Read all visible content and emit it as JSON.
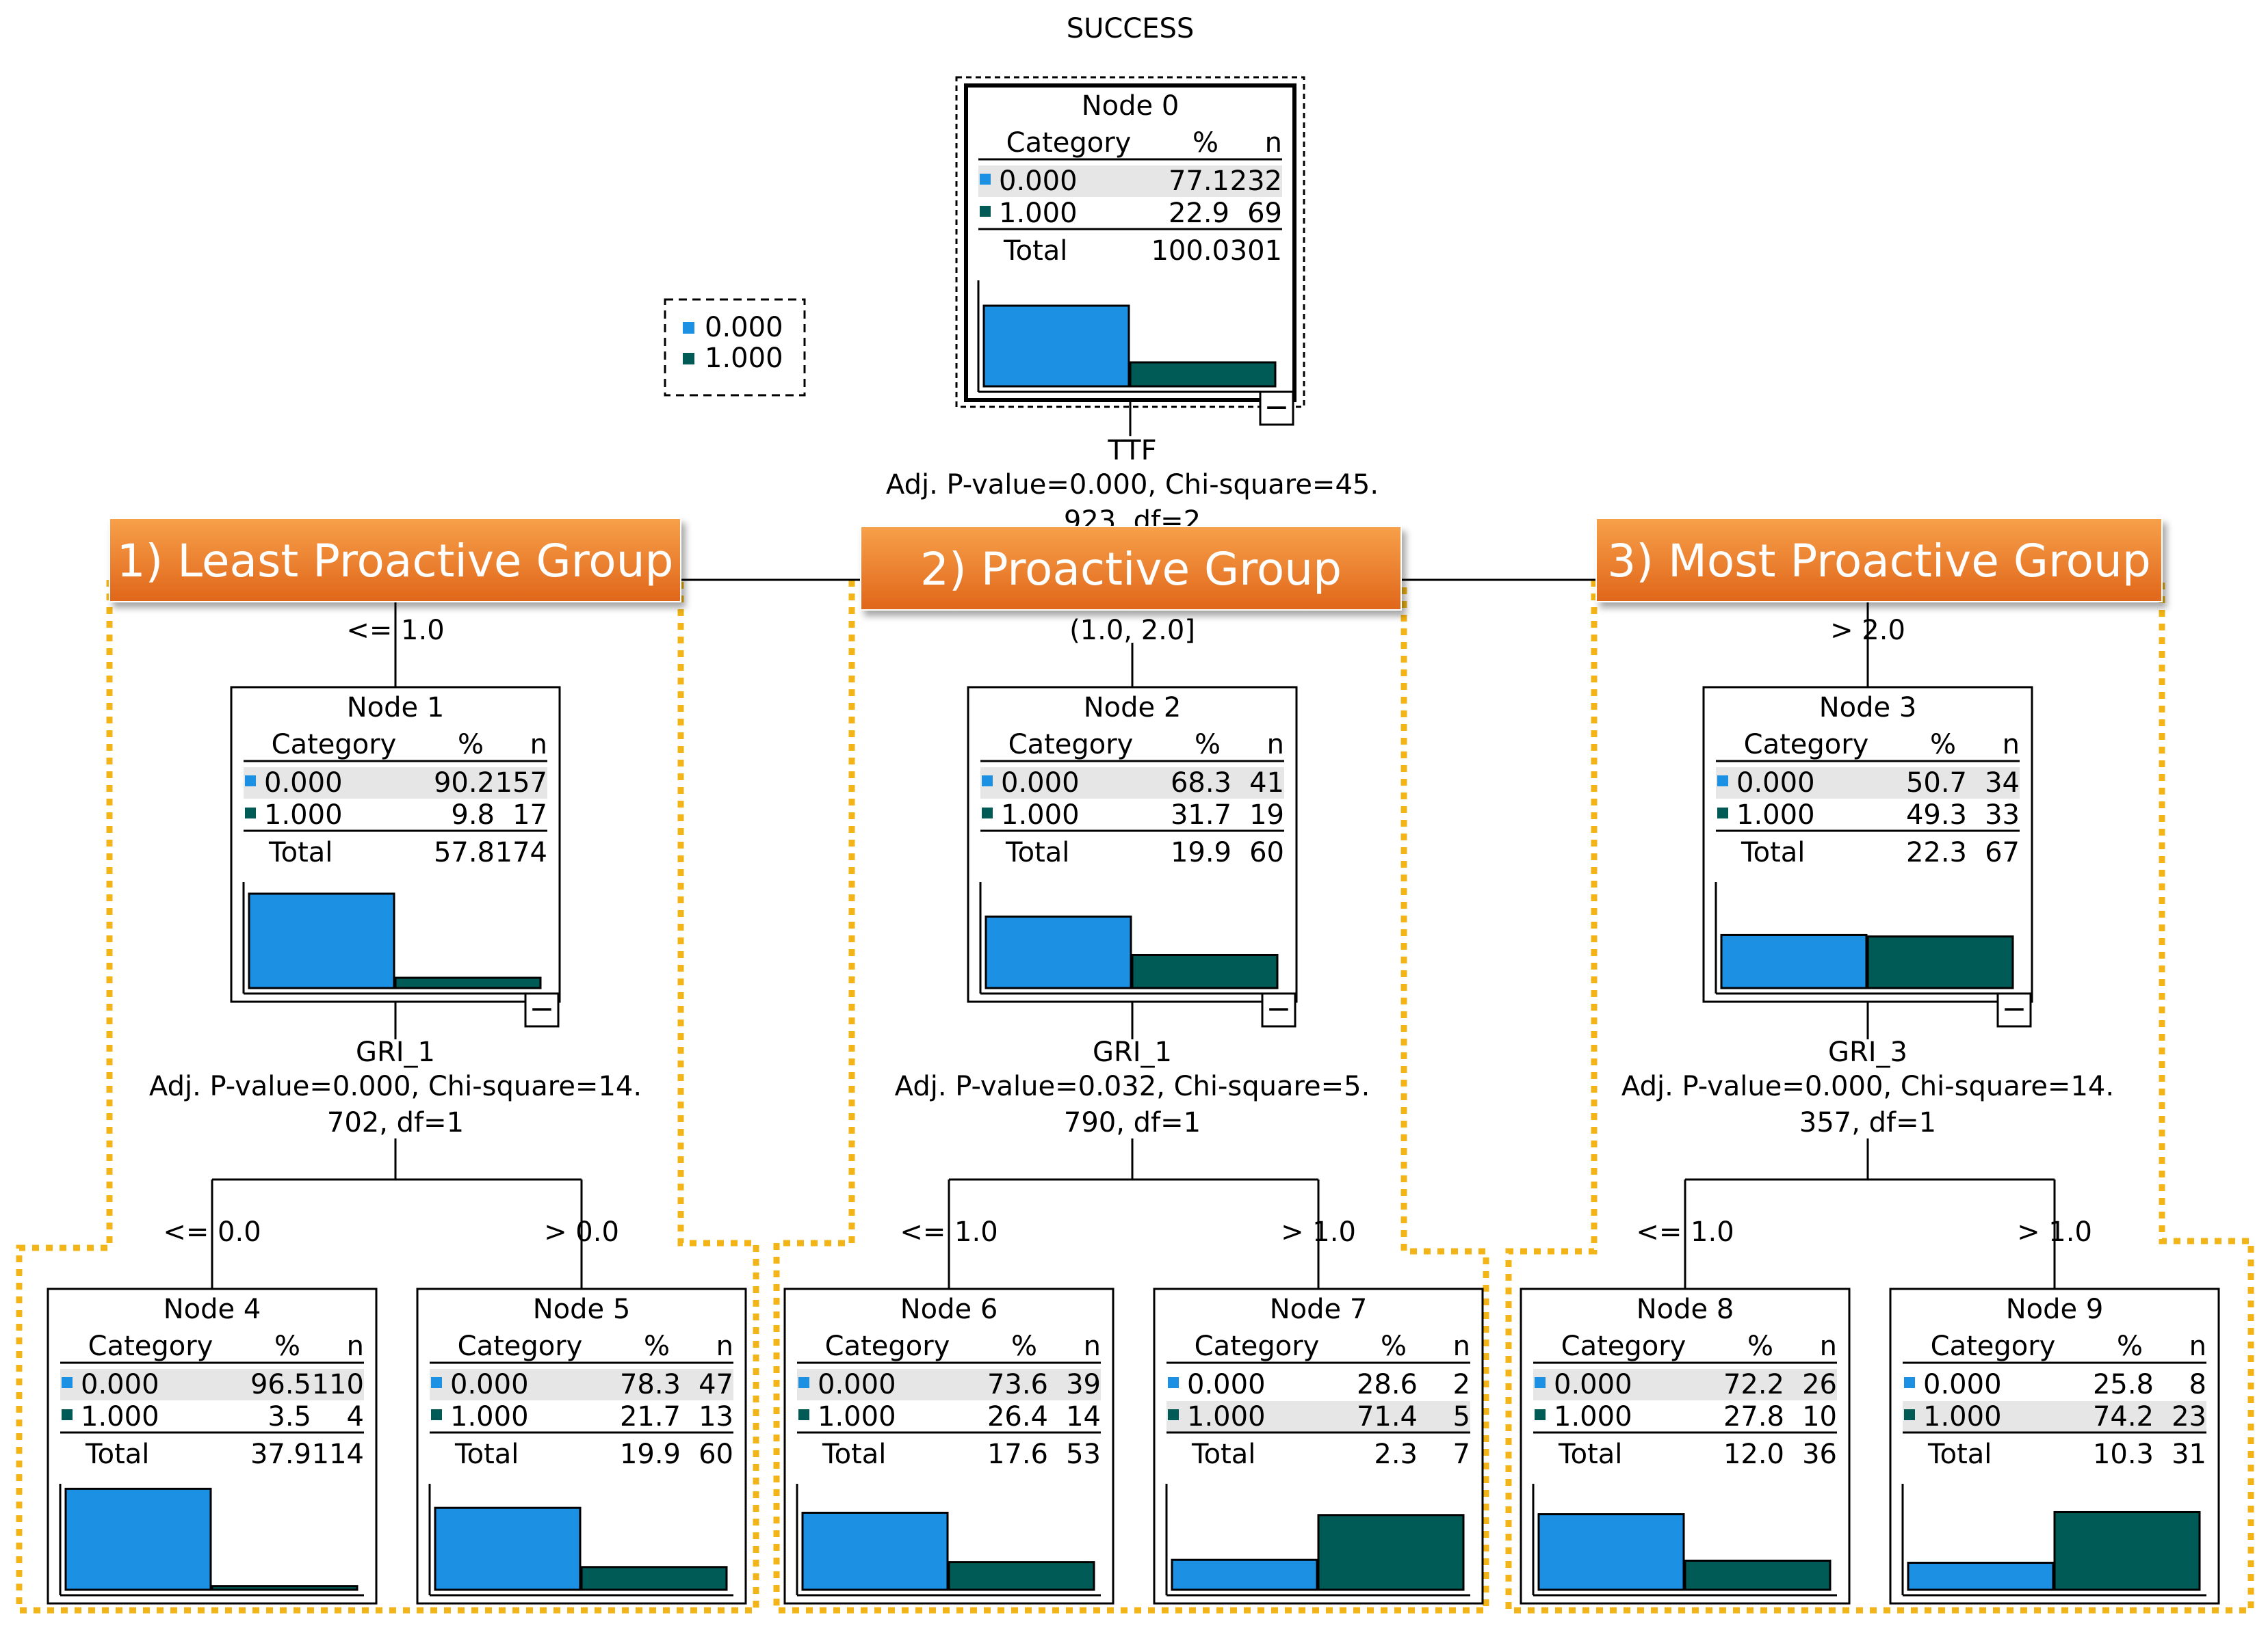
{
  "tree_title": "SUCCESS",
  "legend": [
    {
      "label": "0.000",
      "color": "#1c90e3"
    },
    {
      "label": "1.000",
      "color": "#005a55"
    }
  ],
  "colors": {
    "cat0": "#1c90e3",
    "cat1": "#005a55",
    "group_fill_top": "#f7a04a",
    "group_fill_bottom": "#e0661a",
    "group_outline": "#f2b416",
    "highlight_row": "#e6e6e6"
  },
  "headers": {
    "category": "Category",
    "percent": "%",
    "n": "n",
    "total": "Total"
  },
  "group_labels": {
    "g1": "1) Least Proactive Group",
    "g2": "2) Proactive Group",
    "g3": "3) Most Proactive Group"
  },
  "splits": {
    "root": {
      "variable": "TTF",
      "stat1": "Adj. P-value=0.000, Chi-square=45.",
      "stat2": "923, df=2"
    },
    "node1": {
      "variable": "GRI_1",
      "stat1": "Adj. P-value=0.000, Chi-square=14.",
      "stat2": "702, df=1"
    },
    "node2": {
      "variable": "GRI_1",
      "stat1": "Adj. P-value=0.032, Chi-square=5.",
      "stat2": "790, df=1"
    },
    "node3": {
      "variable": "GRI_3",
      "stat1": "Adj. P-value=0.000, Chi-square=14.",
      "stat2": "357, df=1"
    }
  },
  "branch_labels": {
    "n1": "<= 1.0",
    "n2": "(1.0, 2.0]",
    "n3": "> 2.0",
    "n4": "<= 0.0",
    "n5": "> 0.0",
    "n6": "<= 1.0",
    "n7": "> 1.0",
    "n8": "<= 1.0",
    "n9": "> 1.0"
  },
  "nodes": {
    "n0": {
      "title": "Node 0",
      "rows": [
        {
          "cat": "0.000",
          "pct": "77.1",
          "n": "232"
        },
        {
          "cat": "1.000",
          "pct": "22.9",
          "n": "69"
        }
      ],
      "total_pct": "100.0",
      "total_n": "301",
      "values": [
        77.1,
        22.9
      ],
      "highlight": 0,
      "collapse": "−"
    },
    "n1": {
      "title": "Node 1",
      "rows": [
        {
          "cat": "0.000",
          "pct": "90.2",
          "n": "157"
        },
        {
          "cat": "1.000",
          "pct": "9.8",
          "n": "17"
        }
      ],
      "total_pct": "57.8",
      "total_n": "174",
      "values": [
        90.2,
        9.8
      ],
      "highlight": 0,
      "collapse": "−"
    },
    "n2": {
      "title": "Node 2",
      "rows": [
        {
          "cat": "0.000",
          "pct": "68.3",
          "n": "41"
        },
        {
          "cat": "1.000",
          "pct": "31.7",
          "n": "19"
        }
      ],
      "total_pct": "19.9",
      "total_n": "60",
      "values": [
        68.3,
        31.7
      ],
      "highlight": 0,
      "collapse": "−"
    },
    "n3": {
      "title": "Node 3",
      "rows": [
        {
          "cat": "0.000",
          "pct": "50.7",
          "n": "34"
        },
        {
          "cat": "1.000",
          "pct": "49.3",
          "n": "33"
        }
      ],
      "total_pct": "22.3",
      "total_n": "67",
      "values": [
        50.7,
        49.3
      ],
      "highlight": 0,
      "collapse": "−"
    },
    "n4": {
      "title": "Node 4",
      "rows": [
        {
          "cat": "0.000",
          "pct": "96.5",
          "n": "110"
        },
        {
          "cat": "1.000",
          "pct": "3.5",
          "n": "4"
        }
      ],
      "total_pct": "37.9",
      "total_n": "114",
      "values": [
        96.5,
        3.5
      ],
      "highlight": 0
    },
    "n5": {
      "title": "Node 5",
      "rows": [
        {
          "cat": "0.000",
          "pct": "78.3",
          "n": "47"
        },
        {
          "cat": "1.000",
          "pct": "21.7",
          "n": "13"
        }
      ],
      "total_pct": "19.9",
      "total_n": "60",
      "values": [
        78.3,
        21.7
      ],
      "highlight": 0
    },
    "n6": {
      "title": "Node 6",
      "rows": [
        {
          "cat": "0.000",
          "pct": "73.6",
          "n": "39"
        },
        {
          "cat": "1.000",
          "pct": "26.4",
          "n": "14"
        }
      ],
      "total_pct": "17.6",
      "total_n": "53",
      "values": [
        73.6,
        26.4
      ],
      "highlight": 0
    },
    "n7": {
      "title": "Node 7",
      "rows": [
        {
          "cat": "0.000",
          "pct": "28.6",
          "n": "2"
        },
        {
          "cat": "1.000",
          "pct": "71.4",
          "n": "5"
        }
      ],
      "total_pct": "2.3",
      "total_n": "7",
      "values": [
        28.6,
        71.4
      ],
      "highlight": 1
    },
    "n8": {
      "title": "Node 8",
      "rows": [
        {
          "cat": "0.000",
          "pct": "72.2",
          "n": "26"
        },
        {
          "cat": "1.000",
          "pct": "27.8",
          "n": "10"
        }
      ],
      "total_pct": "12.0",
      "total_n": "36",
      "values": [
        72.2,
        27.8
      ],
      "highlight": 0
    },
    "n9": {
      "title": "Node 9",
      "rows": [
        {
          "cat": "0.000",
          "pct": "25.8",
          "n": "8"
        },
        {
          "cat": "1.000",
          "pct": "74.2",
          "n": "23"
        }
      ],
      "total_pct": "10.3",
      "total_n": "31",
      "values": [
        25.8,
        74.2
      ],
      "highlight": 1
    }
  }
}
